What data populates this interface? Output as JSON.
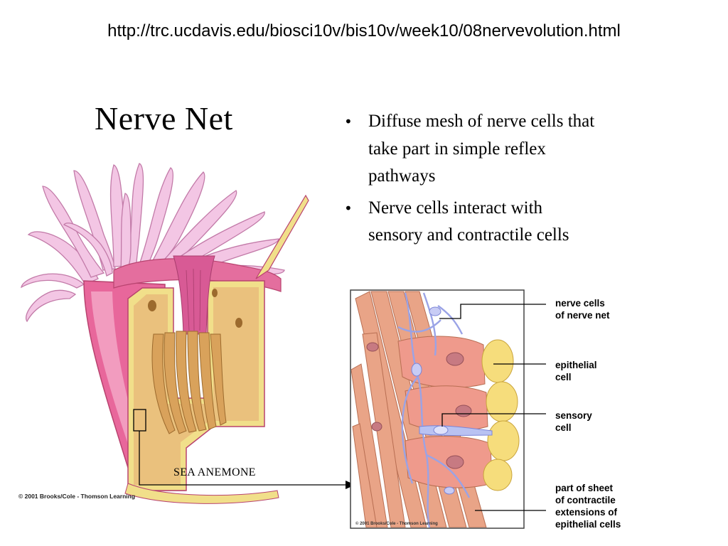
{
  "slide": {
    "url": "http://trc.ucdavis.edu/biosci10v/bis10v/week10/08nervevolution.html",
    "title": "Nerve Net",
    "bullets": [
      "Diffuse mesh of nerve cells that take part in simple reflex pathways",
      "Nerve cells interact with sensory and contractile cells"
    ]
  },
  "figure": {
    "anemone_label": "SEA ANEMONE",
    "copyright": "© 2001 Brooks/Cole - Thomson Learning",
    "inset_copyright": "© 2001 Brooks/Cole - Thomson Learning",
    "callouts": {
      "nerve_cells": [
        "nerve cells",
        "of nerve net"
      ],
      "epithelial": [
        "epithelial",
        "cell"
      ],
      "sensory": [
        "sensory",
        "cell"
      ],
      "sheet": [
        "part of sheet",
        "of contractile",
        "extensions of",
        "epithelial cells"
      ]
    }
  },
  "colors": {
    "tentacle": "#f3c6e4",
    "tentacle_stroke": "#c27aa8",
    "body_pink": "#e8679b",
    "body_light": "#f7b3cf",
    "mesoglea": "#f1df8a",
    "ochre": "#d9a25b",
    "muscle": "#e9a487",
    "nerve": "#9aa3e6",
    "epithelial": "#f6dd7c"
  }
}
